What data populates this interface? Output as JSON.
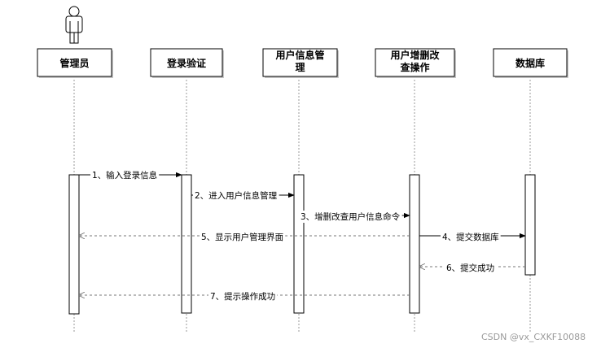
{
  "participants": [
    {
      "id": "admin",
      "lines": [
        "管理员"
      ],
      "actor": true
    },
    {
      "id": "login",
      "lines": [
        "登录验证"
      ]
    },
    {
      "id": "usermgmt",
      "lines": [
        "用户信息管",
        "理"
      ]
    },
    {
      "id": "crud",
      "lines": [
        "用户增删改",
        "查操作"
      ]
    },
    {
      "id": "db",
      "lines": [
        "数据库"
      ]
    }
  ],
  "messages": [
    {
      "label": "1、输入登录信息",
      "from": "admin",
      "to": "login",
      "style": "solid"
    },
    {
      "label": "2、进入用户信息管理",
      "from": "login",
      "to": "usermgmt",
      "style": "solid"
    },
    {
      "label": "3、增删改查用户信息命令",
      "from": "usermgmt",
      "to": "crud",
      "style": "solid"
    },
    {
      "label": "5、显示用户管理界面",
      "from": "crud",
      "to": "admin",
      "style": "dashed"
    },
    {
      "label": "4、提交数据库",
      "from": "crud",
      "to": "db",
      "style": "solid"
    },
    {
      "label": "6、提交成功",
      "from": "db",
      "to": "crud",
      "style": "dashed"
    },
    {
      "label": "7、提示操作成功",
      "from": "crud",
      "to": "admin",
      "style": "dashed"
    }
  ],
  "watermark": "CSDN @vx_CXKF10088"
}
